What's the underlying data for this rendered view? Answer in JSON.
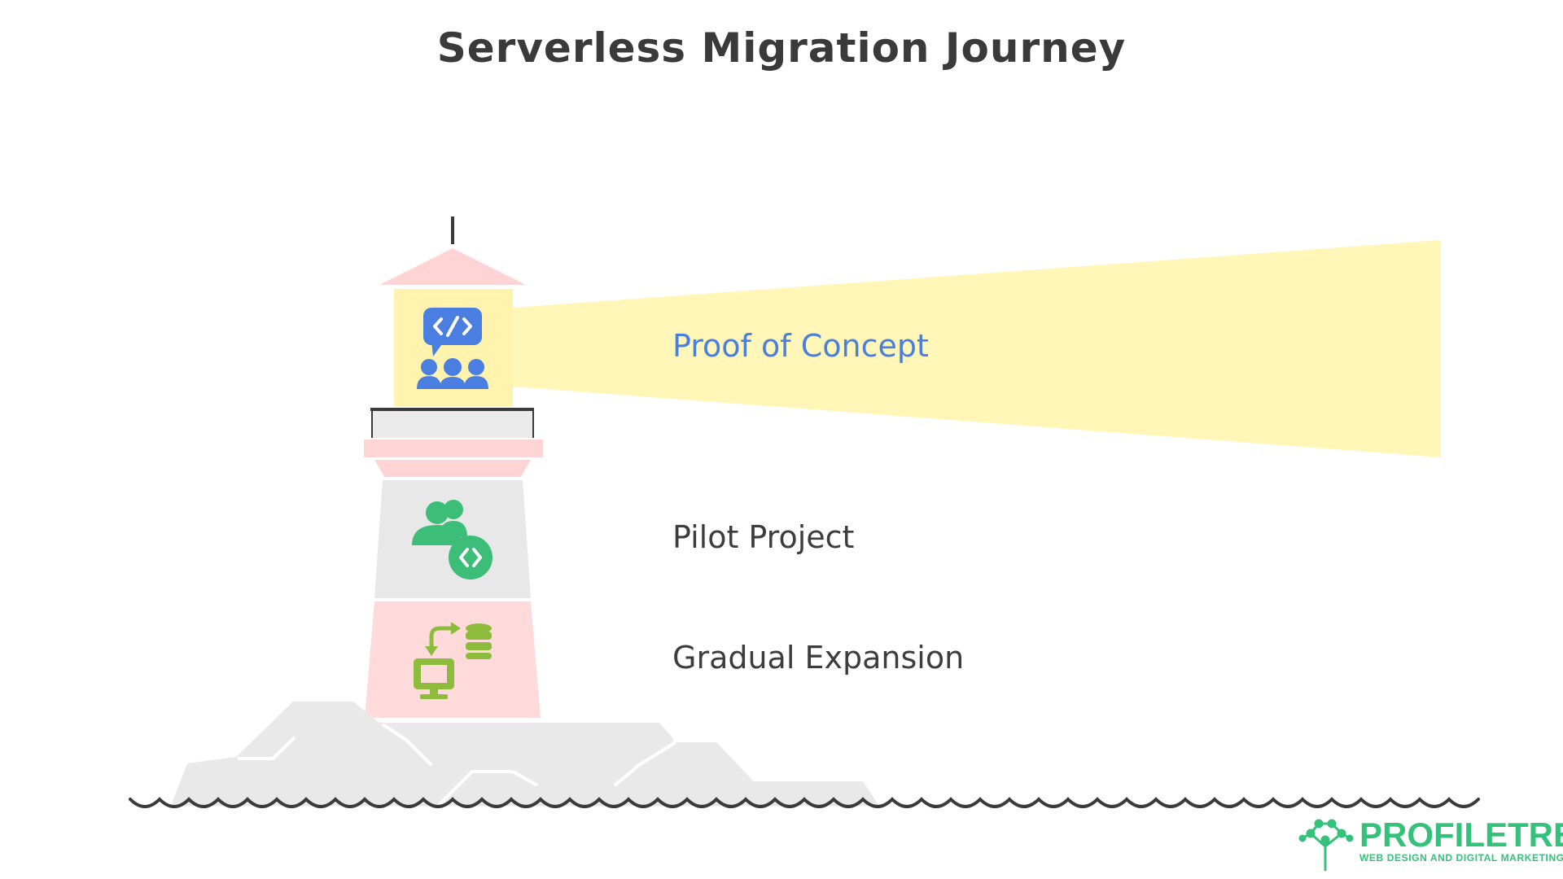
{
  "title": "Serverless Migration Journey",
  "stages": [
    {
      "label": "Proof of Concept",
      "icon": "code-chat-team-icon",
      "color": "#4a7ee0"
    },
    {
      "label": "Pilot Project",
      "icon": "users-code-icon",
      "color": "#3cbd78"
    },
    {
      "label": "Gradual Expansion",
      "icon": "computer-database-sync-icon",
      "color": "#8dbb3c"
    }
  ],
  "colors": {
    "beam": "#fff6b8",
    "lantern": "#fff3ad",
    "roof": "#ffd4d4",
    "tower_grey": "#e8e8e8",
    "tower_pink": "#ffdadb",
    "rocks": "#e9e9e9",
    "outline": "#3a3a3a"
  },
  "logo": {
    "name": "PROFILETREE",
    "tagline": "WEB DESIGN AND DIGITAL MARKETING",
    "icon": "tree-network-icon",
    "color": "#34c27a"
  }
}
